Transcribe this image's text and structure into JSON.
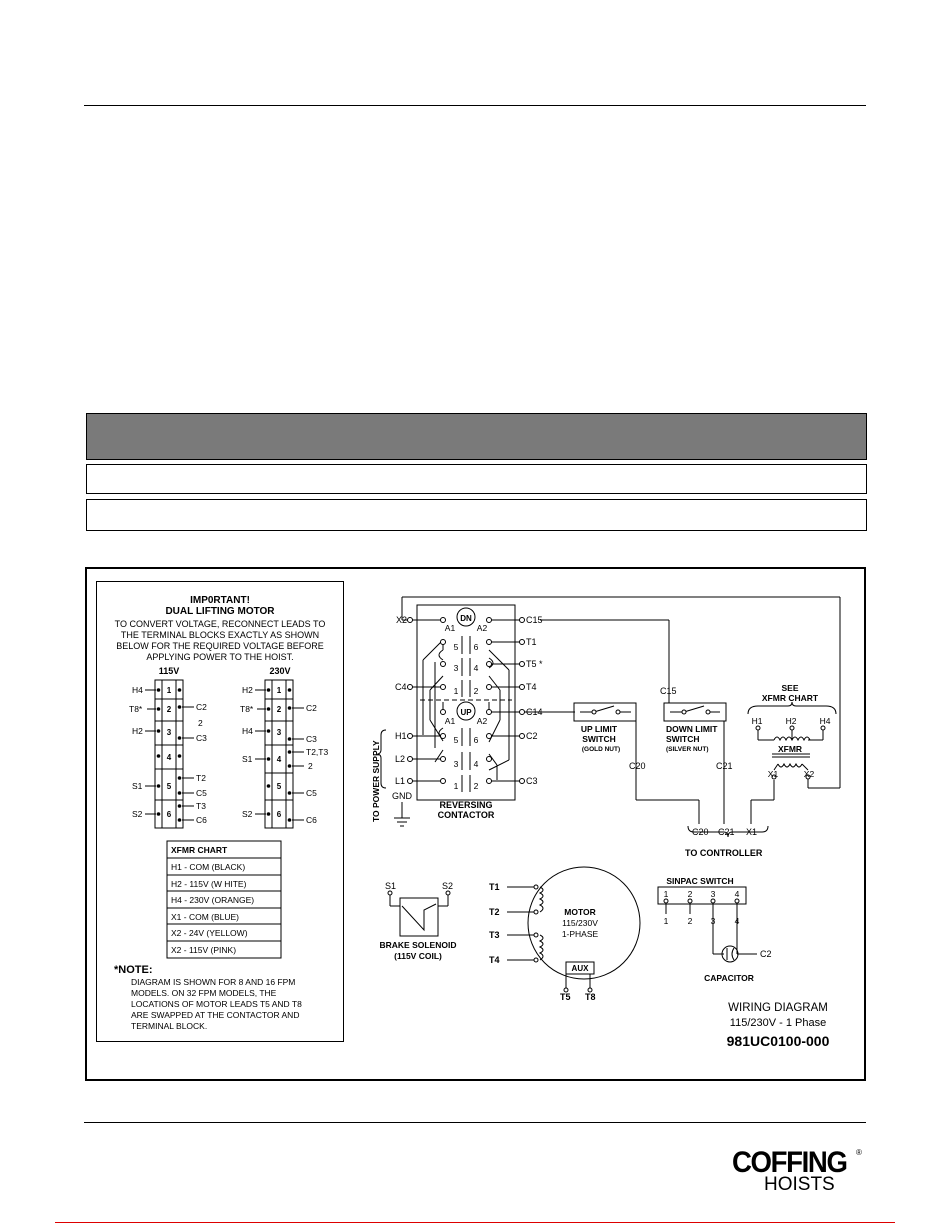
{
  "panel": {
    "title1": "IMP0RTANT!",
    "title2": "DUAL LIFTING MOTOR",
    "instructions": [
      "TO CONVERT VOLTAGE, RECONNECT LEADS TO",
      "THE TERMINAL BLOCKS EXACTLY AS SHOWN",
      "BELOW FOR THE REQUIRED VOLTAGE BEFORE",
      "APPLYING POWER TO THE  HOIST."
    ],
    "block115_label": "115V",
    "block230_label": "230V",
    "block_numbers": [
      "1",
      "2",
      "3",
      "4",
      "5",
      "6"
    ],
    "b115_left": [
      "H4",
      "T8*",
      "H2",
      "S1",
      "S2"
    ],
    "b115_right": [
      "C2",
      "2",
      "C3",
      "T2",
      "C5",
      "T3",
      "C6"
    ],
    "b230_left": [
      "H2",
      "T8*",
      "H4",
      "S1",
      "S2"
    ],
    "b230_right": [
      "C2",
      "C3",
      "T2,T3",
      "2",
      "C5",
      "C6"
    ]
  },
  "xfmr_chart": {
    "title": "XFMR CHART",
    "rows": [
      "H1 - COM (BLACK)",
      "H2 - 115V (W HITE)",
      "H4 - 230V (ORANGE)",
      "X1 - COM (BLUE)",
      "X2 - 24V (YELLOW)",
      "X2 - 115V (PINK)"
    ]
  },
  "note": {
    "title": "*NOTE:",
    "lines": [
      "DIAGRAM IS SHOWN FOR 8 AND 16 FPM",
      "MODELS. ON 32 FPM MODELS, THE",
      "LOCATIONS OF MOTOR LEADS T5 AND T8",
      "ARE SWAPPED AT THE CONTACTOR AND",
      "TERMINAL BLOCK."
    ]
  },
  "schematic": {
    "dn": "DN",
    "up": "UP",
    "a1": "A1",
    "a2": "A2",
    "left_labels": [
      "X2",
      "C4",
      "H1",
      "L2",
      "L1",
      "GND"
    ],
    "right_labels": [
      "C15",
      "T1",
      "T5 *",
      "T4",
      "C14",
      "C2",
      "C3"
    ],
    "contact_nums_left": [
      "5",
      "3",
      "1",
      "5",
      "3",
      "1"
    ],
    "contact_nums_right": [
      "6",
      "4",
      "2",
      "6",
      "4",
      "2"
    ],
    "to_power_supply": "TO POWER SUPPLY",
    "reversing": "REVERSING",
    "contactor": "CONTACTOR",
    "up_limit": [
      "UP LIMIT",
      "SWITCH",
      "(GOLD NUT)"
    ],
    "down_limit": [
      "DOWN LIMIT",
      "SWITCH",
      "(SILVER NUT)"
    ],
    "c15_mid": "C15",
    "c20": "C20",
    "c21": "C21",
    "see": "SEE",
    "see_xfmr": "XFMR CHART",
    "xfmr_h": [
      "H1",
      "H2",
      "H4"
    ],
    "xfmr_label": "XFMR",
    "xfmr_x": [
      "X1",
      "X2"
    ],
    "controller_terms": [
      "C20",
      "C21",
      "X1"
    ],
    "to_controller": "TO CONTROLLER",
    "brake_terms": [
      "S1",
      "S2"
    ],
    "brake_label": [
      "BRAKE SOLENOID",
      "(115V COIL)"
    ],
    "motor_leads": [
      "T1",
      "T2",
      "T3",
      "T4"
    ],
    "motor_label": [
      "MOTOR",
      "115/230V",
      "1-PHASE"
    ],
    "aux": "AUX",
    "aux_leads": [
      "T5",
      "T8"
    ],
    "sinpac_title": "SINPAC SWITCH",
    "sinpac_nums": [
      "1",
      "2",
      "3",
      "4"
    ],
    "capacitor": "CAPACITOR",
    "cap_c2": "C2",
    "wd_title": "WIRING DIAGRAM",
    "wd_sub": "115/230V - 1 Phase",
    "wd_num": "981UC0100-000"
  },
  "logo": {
    "main": "COFFING",
    "sub": "HOISTS",
    "reg": "®"
  }
}
